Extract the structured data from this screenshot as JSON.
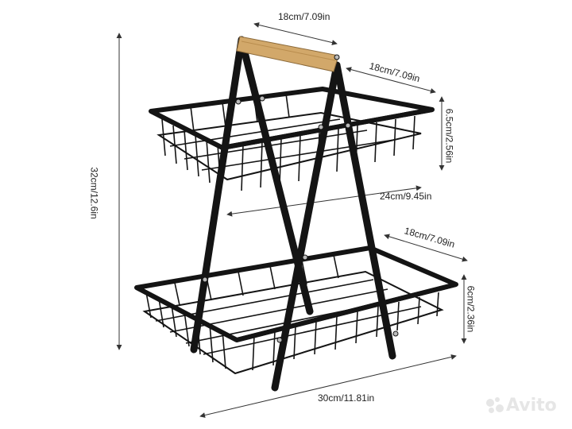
{
  "dimensions": {
    "top_width": "18cm/7.09in",
    "top_depth": "18cm/7.09in",
    "top_height": "6.5cm/2.56in",
    "overall_height": "32cm/12.6in",
    "mid_length": "24cm/9.45in",
    "bottom_depth": "18cm/7.09in",
    "bottom_height": "6cm/2.36in",
    "bottom_length": "30cm/11.81in"
  },
  "watermark": "Avito",
  "colors": {
    "frame": "#141414",
    "handle": "#d2a86a",
    "dimension_line": "#333333",
    "background": "#ffffff"
  }
}
